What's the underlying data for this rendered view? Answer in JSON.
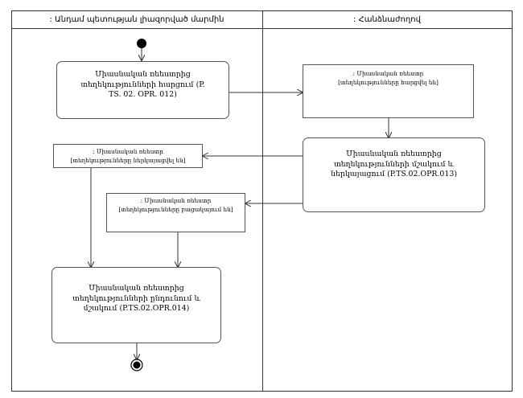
{
  "lanes": [
    {
      "title": ": Անդամ պետության լիազորված մարմին"
    },
    {
      "title": ": Հանձնաժողով"
    }
  ],
  "actions": {
    "request": {
      "text": "Միասնական ռեեստրից տեղեկությունների հարցում (P. TS. 02. OPR. 012)"
    },
    "process": {
      "text": "Միասնական ռեեստրից տեղեկությունների մշակում և ներկայացում (P.TS.02.OPR.013)"
    },
    "receive": {
      "text": "Միասնական ռեեստրից տեղեկությունների ընդունում և մշակում (P.TS.02.OPR.014)"
    }
  },
  "objects": {
    "requested": {
      "line1": ": Միասնական ռեեստր",
      "line2": "[տեղեկությունները հարցվել են]"
    },
    "presented": {
      "line1": ": Միասնական ռեեստր",
      "line2": "[տեղեկությունները ներկայացվել են]"
    },
    "missing": {
      "line1": ": Միասնական ռեեստր",
      "line2": "[տեղեկությունները բացակայում են]"
    }
  }
}
